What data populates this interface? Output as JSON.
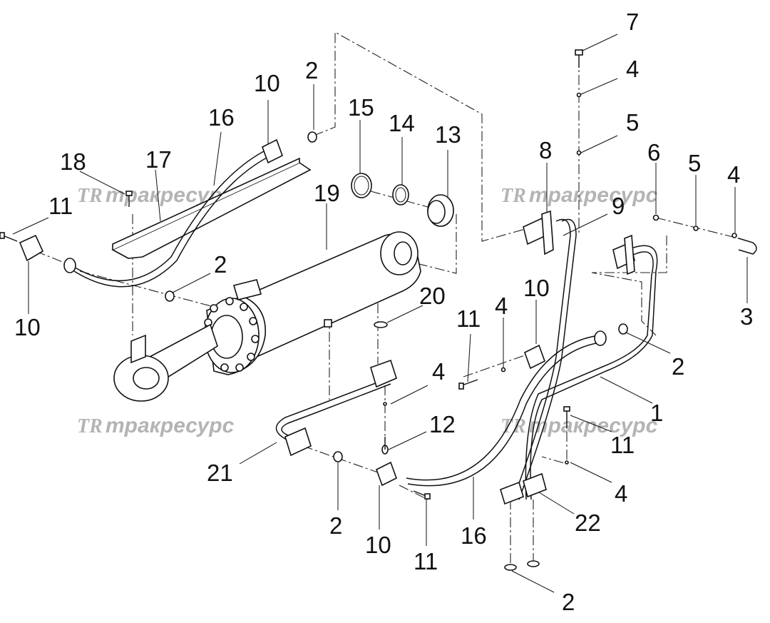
{
  "watermark": {
    "logo": "TR",
    "text": "тракресурс"
  },
  "callouts": {
    "c1": "1",
    "c2a": "2",
    "c2b": "2",
    "c2c": "2",
    "c2d": "2",
    "c2e": "2",
    "c3": "3",
    "c4a": "4",
    "c4b": "4",
    "c4c": "4",
    "c4d": "4",
    "c4e": "4",
    "c5a": "5",
    "c5b": "5",
    "c6": "6",
    "c7": "7",
    "c8": "8",
    "c9": "9",
    "c10a": "10",
    "c10b": "10",
    "c10c": "10",
    "c10d": "10",
    "c11a": "11",
    "c11b": "11",
    "c11c": "11",
    "c11d": "11",
    "c12": "12",
    "c13": "13",
    "c14": "14",
    "c15": "15",
    "c16a": "16",
    "c16b": "16",
    "c17": "17",
    "c18": "18",
    "c19": "19",
    "c20": "20",
    "c21": "21",
    "c22": "22"
  }
}
